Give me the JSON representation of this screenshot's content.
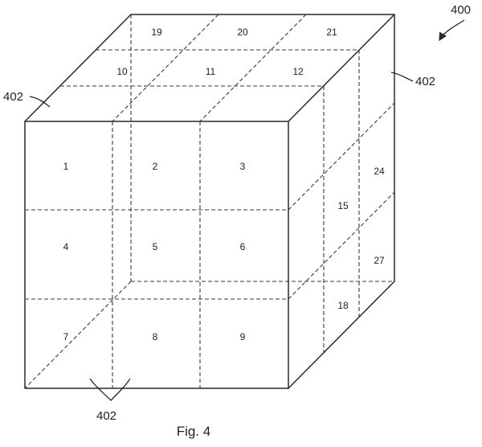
{
  "figure": {
    "caption": "Fig. 4",
    "reference_numerals": {
      "cube": "400",
      "edge_left": "402",
      "edge_right": "402",
      "edge_bottom": "402"
    },
    "cells": {
      "front_row_1": [
        "1",
        "2",
        "3"
      ],
      "front_row_2": [
        "4",
        "5",
        "6"
      ],
      "front_row_3": [
        "7",
        "8",
        "9"
      ],
      "top_middle_row": [
        "10",
        "11",
        "12"
      ],
      "top_back_row": [
        "19",
        "20",
        "21"
      ],
      "right_side": [
        "15",
        "18",
        "24",
        "27"
      ]
    }
  }
}
